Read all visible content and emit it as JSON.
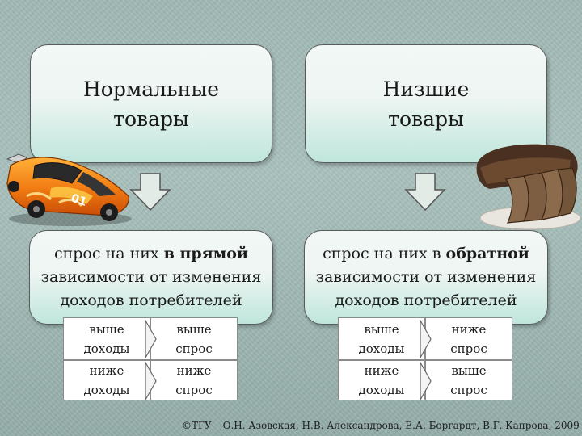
{
  "normal": {
    "title_line1": "Нормальные",
    "title_line2": "товары",
    "desc_line1_plain": "спрос на них ",
    "desc_line1_bold": "в прямой",
    "desc_line2": "зависимости от изменения",
    "desc_line3": "доходов потребителей",
    "row1": {
      "left_line1": "выше",
      "left_line2": "доходы",
      "right_line1": "выше",
      "right_line2": "спрос"
    },
    "row2": {
      "left_line1": "ниже",
      "left_line2": "доходы",
      "right_line1": "ниже",
      "right_line2": "спрос"
    }
  },
  "inferior": {
    "title_line1": "Низшие",
    "title_line2": "товары",
    "desc_line1_plain": "спрос на них в ",
    "desc_line1_bold": "обратной",
    "desc_line2": "зависимости от изменения",
    "desc_line3": "доходов потребителей",
    "row1": {
      "left_line1": "выше",
      "left_line2": "доходы",
      "right_line1": "ниже",
      "right_line2": "спрос"
    },
    "row2": {
      "left_line1": "ниже",
      "left_line2": "доходы",
      "right_line1": "выше",
      "right_line2": "спрос"
    }
  },
  "footer": {
    "copyright": "©ТГУ",
    "authors": "О.Н. Азовская, Н.В. Александрова, Е.А. Боргардт, В.Г. Капрова, 2009"
  },
  "images": {
    "car": "race-car-image",
    "bread": "bread-image"
  }
}
